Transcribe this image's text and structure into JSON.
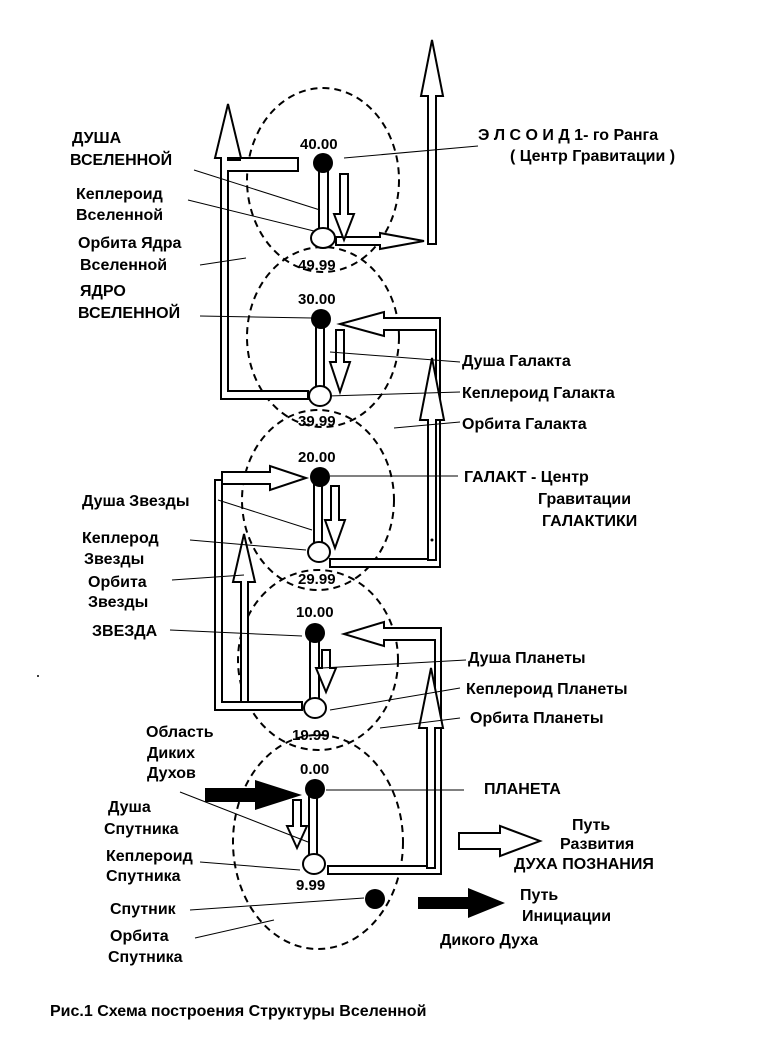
{
  "diagram": {
    "caption": "Рис.1  Схема построения Структуры Вселенной",
    "values": {
      "v40": "40.00",
      "v49": "49.99",
      "v30": "30.00",
      "v39": "39.99",
      "v20": "20.00",
      "v29": "29.99",
      "v10": "10.00",
      "v19": "19.99",
      "v0": "0.00",
      "v9": "9.99"
    },
    "left": {
      "soul_universe_1": "ДУША",
      "soul_universe_2": "ВСЕЛЕННОЙ",
      "kepleroid_universe_1": "Кеплероид",
      "kepleroid_universe_2": "Вселенной",
      "core_orbit_1": "Орбита Ядра",
      "core_orbit_2": "Вселенной",
      "core_1": "ЯДРО",
      "core_2": "ВСЕЛЕННОЙ",
      "soul_star": "Душа Звезды",
      "kepleroid_star_1": "Кеплерод",
      "kepleroid_star_2": "Звезды",
      "orbit_star_1": "Орбита",
      "orbit_star_2": "Звезды",
      "star": "ЗВЕЗДА",
      "wild_spirits_1": "Область",
      "wild_spirits_2": "Диких",
      "wild_spirits_3": "Духов",
      "soul_satellite_1": "Душа",
      "soul_satellite_2": "Спутника",
      "kepleroid_satellite_1": "Кеплероид",
      "kepleroid_satellite_2": "Спутника",
      "satellite": "Спутник",
      "orbit_satellite_1": "Орбита",
      "orbit_satellite_2": "Спутника"
    },
    "right": {
      "elsoid": "Э Л С О И Д  1- го Ранга",
      "gravity_center": "( Центр Гравитации )",
      "soul_galakt": "Душа Галакта",
      "kepleroid_galakt": "Кеплероид Галакта",
      "orbit_galakt": "Орбита Галакта",
      "galakt_1": "ГАЛАКТ - Центр",
      "galakt_2": "Гравитации",
      "galakt_3": "ГАЛАКТИКИ",
      "soul_planet": "Душа Планеты",
      "kepleroid_planet": "Кеплероид Планеты",
      "orbit_planet": "Орбита Планеты",
      "planet": "ПЛАНЕТА",
      "path_dev_1": "Путь",
      "path_dev_2": "Развития",
      "path_dev_3": "ДУХА ПОЗНАНИЯ",
      "path_init_1": "Путь",
      "path_init_2": "Инициации",
      "path_init_3": "Дикого Духа"
    }
  }
}
